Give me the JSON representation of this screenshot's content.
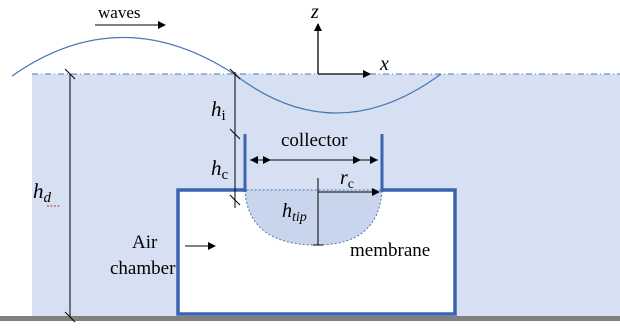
{
  "labels": {
    "waves": "waves",
    "z": "z",
    "x": "x",
    "hi_main": "h",
    "hi_sub": "i",
    "hc_main": "h",
    "hc_sub": "c",
    "hd_main": "h",
    "hd_sub": "d",
    "rc_main": "r",
    "rc_sub": "c",
    "htip_main": "h",
    "htip_sub": "tip",
    "collector": "collector",
    "air_line1": "Air",
    "air_line2": "chamber",
    "membrane": "membrane"
  },
  "colors": {
    "water": "#d6e0f2",
    "wave_line": "#4a77b8",
    "wall": "#3b64b0",
    "seabed": "#808080",
    "membrane_fill": "#c9d5ec"
  }
}
